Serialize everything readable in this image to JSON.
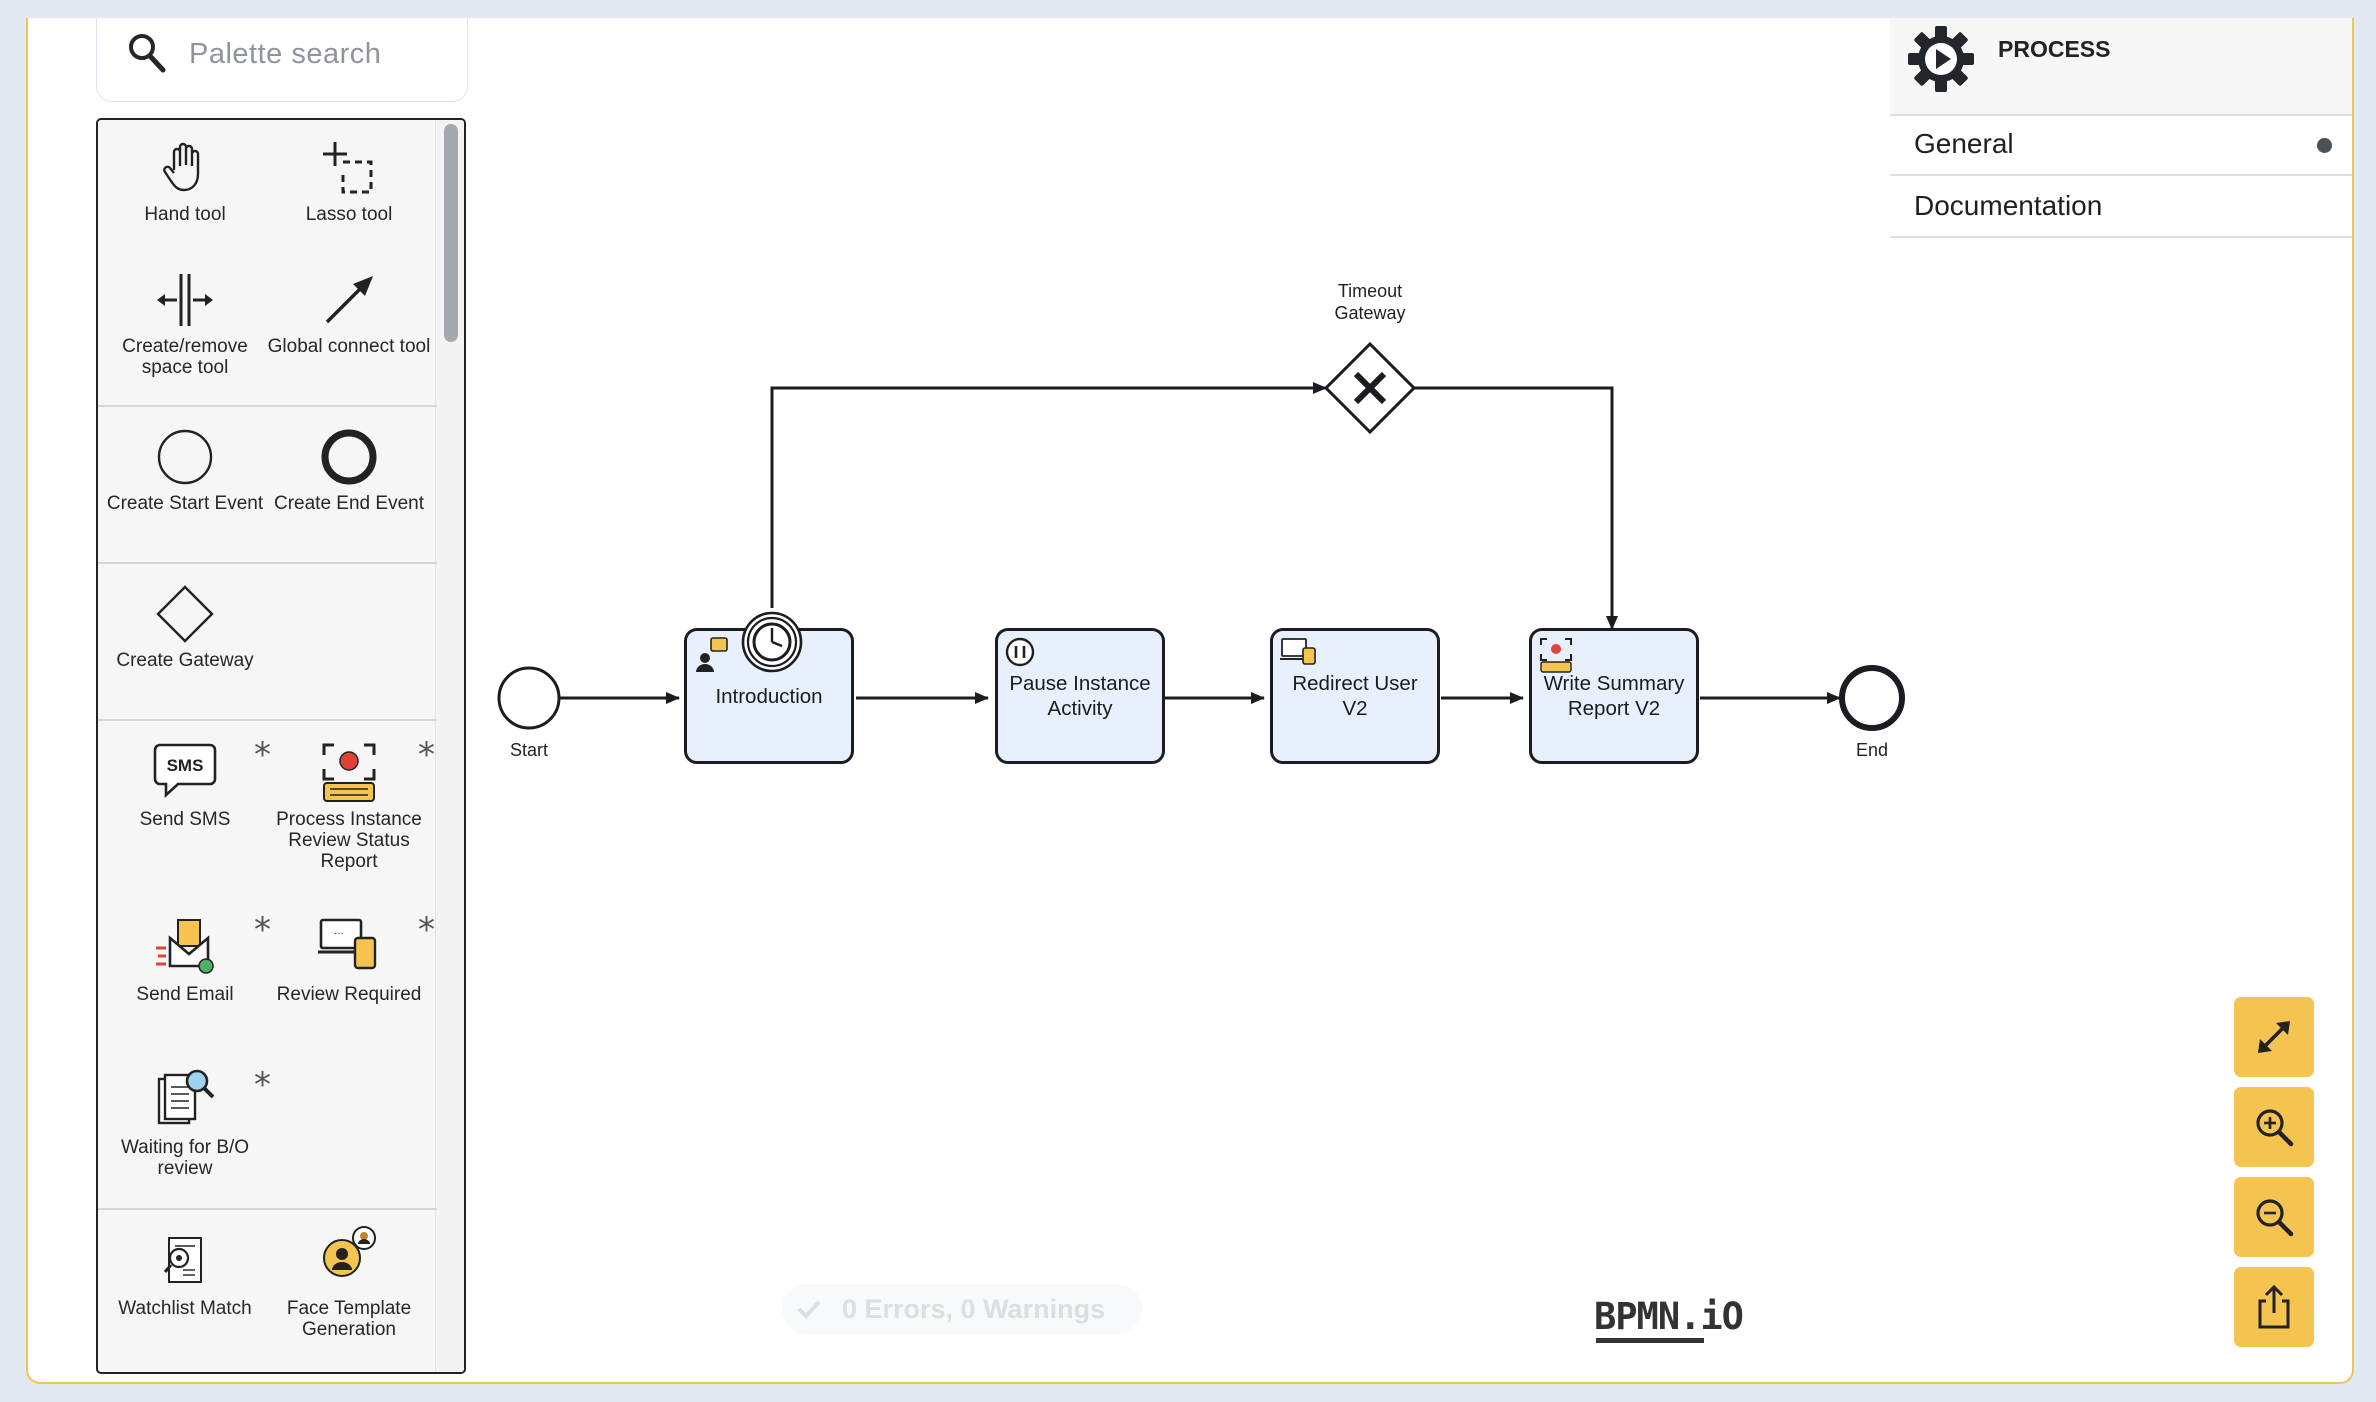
{
  "search": {
    "placeholder": "Palette search"
  },
  "palette": {
    "tools": [
      {
        "label": "Hand tool"
      },
      {
        "label": "Lasso tool"
      },
      {
        "label": "Create/remove space tool"
      },
      {
        "label": "Global connect tool"
      },
      {
        "label": "Create Start Event"
      },
      {
        "label": "Create End Event"
      },
      {
        "label": "Create Gateway"
      },
      {
        "label": "Send SMS"
      },
      {
        "label": "Process Instance Review Status Report"
      },
      {
        "label": "Send Email"
      },
      {
        "label": "Review Required"
      },
      {
        "label": "Waiting for B/O review"
      },
      {
        "label": "Watchlist Match"
      },
      {
        "label": "Face Template Generation"
      }
    ],
    "custom_marker": "*",
    "sms_badge": "SMS"
  },
  "diagram": {
    "start_label": "Start",
    "end_label": "End",
    "gateway_label": "Timeout Gateway",
    "tasks": [
      {
        "label": "Introduction"
      },
      {
        "label": "Pause Instance Activity"
      },
      {
        "label": "Redirect User V2"
      },
      {
        "label": "Write Summary Report V2"
      }
    ]
  },
  "status": {
    "text": "0 Errors, 0 Warnings"
  },
  "logo": {
    "text": "BPMN.iO"
  },
  "properties": {
    "title": "PROCESS",
    "sections": [
      {
        "label": "General"
      },
      {
        "label": "Documentation"
      }
    ]
  },
  "controls": {
    "fit": "fit-viewport-icon",
    "zoom_in": "zoom-in-icon",
    "zoom_out": "zoom-out-icon",
    "export": "export-icon"
  },
  "colors": {
    "accent": "#f4c350",
    "task_fill": "#e8effd",
    "frame_border": "#f0c453"
  }
}
